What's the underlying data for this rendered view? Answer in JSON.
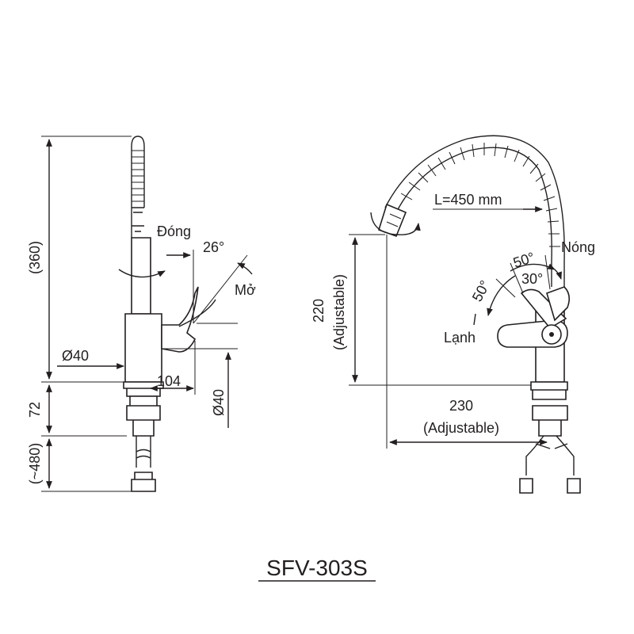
{
  "model": "SFV-303S",
  "side_view": {
    "dim_height": "(360)",
    "dim_diameter_left": "Ø40",
    "dim_handle_reach": "104",
    "dim_diameter_right": "Ø40",
    "dim_mount": "72",
    "dim_hose": "(~480)",
    "label_closed": "Đóng",
    "label_open": "Mở",
    "angle_open": "26°"
  },
  "front_view": {
    "hose_length": "L=450 mm",
    "label_hot": "Nóng",
    "label_cold": "Lạnh",
    "angle_hot": "50°",
    "angle_center": "30°",
    "angle_cold": "50°",
    "dim_height": "220",
    "dim_height_note": "(Adjustable)",
    "dim_reach": "230",
    "dim_reach_note": "(Adjustable)"
  }
}
